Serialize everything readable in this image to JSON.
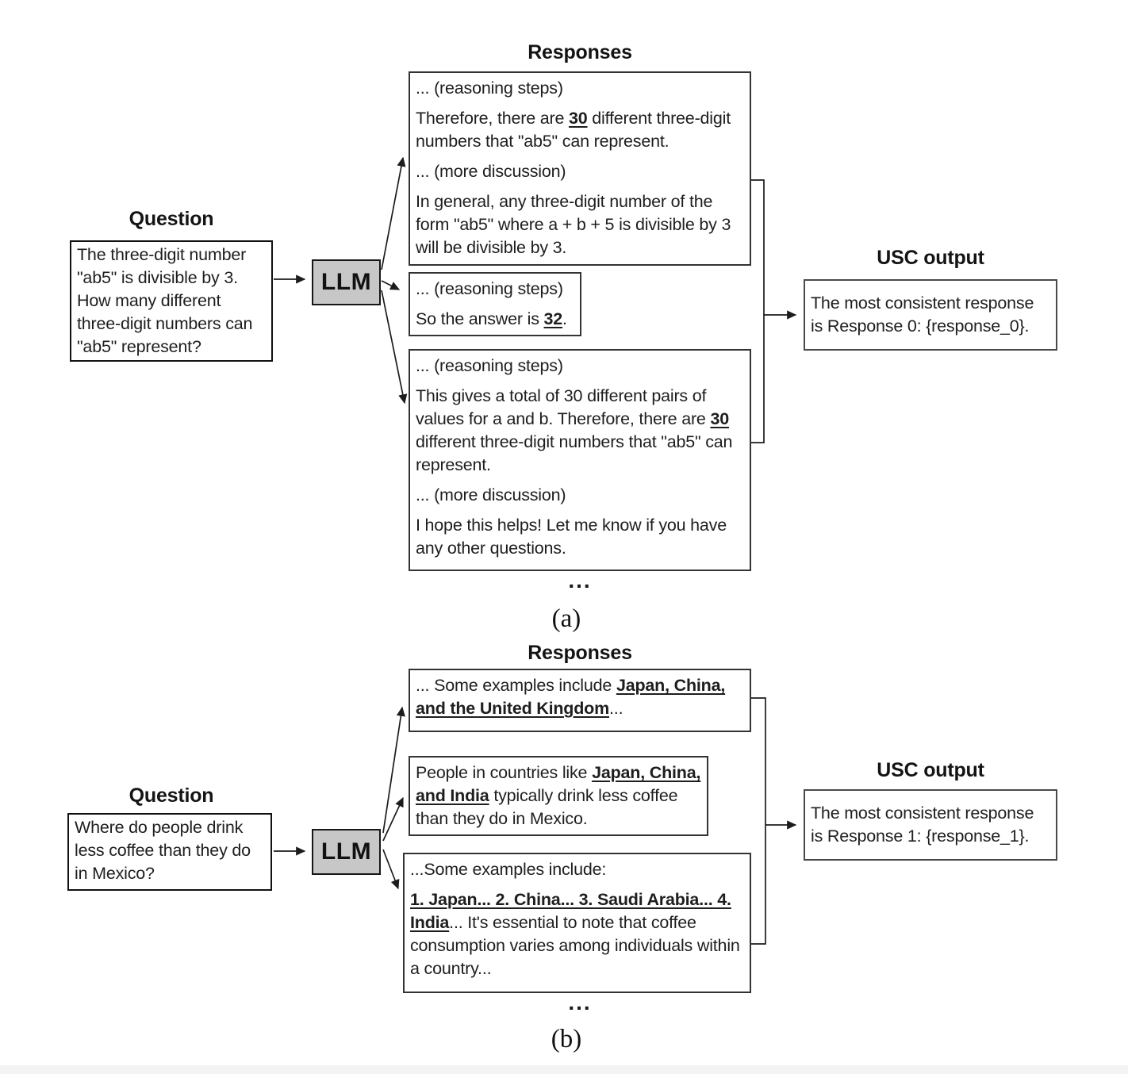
{
  "figure": {
    "llm_fill_color": "#c7c7c7",
    "box_border_color": "#333333",
    "bottom_strip_color": "#f4f4f3"
  },
  "a": {
    "caption": "(a)",
    "question_title": "Question",
    "question_text": "The three-digit number \"ab5\" is divisible by 3. How many different three-digit numbers can \"ab5\" represent?",
    "llm_label": "LLM",
    "responses_title": "Responses",
    "responses_ellipsis": "...",
    "usc_title": "USC output",
    "usc_text": "The most consistent response is Response 0: {response_0}.",
    "responses": [
      {
        "paragraphs": [
          {
            "segments": [
              {
                "text": "... (reasoning steps)",
                "emphasis": false
              }
            ]
          },
          {
            "segments": [
              {
                "text": "Therefore, there are ",
                "emphasis": false
              },
              {
                "text": "30",
                "emphasis": true
              },
              {
                "text": " different three-digit numbers that \"ab5\" can represent.",
                "emphasis": false
              }
            ]
          },
          {
            "segments": [
              {
                "text": "... (more discussion)",
                "emphasis": false
              }
            ]
          },
          {
            "segments": [
              {
                "text": "In general, any three-digit number of the form \"ab5\" where a + b + 5 is divisible by 3 will be divisible by 3.",
                "emphasis": false
              }
            ]
          }
        ]
      },
      {
        "paragraphs": [
          {
            "segments": [
              {
                "text": "... (reasoning steps)",
                "emphasis": false
              }
            ]
          },
          {
            "segments": [
              {
                "text": "So the answer is ",
                "emphasis": false
              },
              {
                "text": "32",
                "emphasis": true
              },
              {
                "text": ".",
                "emphasis": false
              }
            ]
          }
        ]
      },
      {
        "paragraphs": [
          {
            "segments": [
              {
                "text": "... (reasoning steps)",
                "emphasis": false
              }
            ]
          },
          {
            "segments": [
              {
                "text": "This gives a total of 30 different pairs of values for a and b. Therefore, there are ",
                "emphasis": false
              },
              {
                "text": "30",
                "emphasis": true
              },
              {
                "text": " different three-digit numbers that \"ab5\" can represent.",
                "emphasis": false
              }
            ]
          },
          {
            "segments": [
              {
                "text": "... (more discussion)",
                "emphasis": false
              }
            ]
          },
          {
            "segments": [
              {
                "text": "I hope this helps! Let me know if you have any other questions.",
                "emphasis": false
              }
            ]
          }
        ]
      }
    ]
  },
  "b": {
    "caption": "(b)",
    "question_title": "Question",
    "question_text": "Where do people drink less coffee than they do in Mexico?",
    "llm_label": "LLM",
    "responses_title": "Responses",
    "responses_ellipsis": "...",
    "usc_title": "USC output",
    "usc_text": "The most consistent response is Response 1: {response_1}.",
    "responses": [
      {
        "paragraphs": [
          {
            "segments": [
              {
                "text": "... Some examples include ",
                "emphasis": false
              },
              {
                "text": "Japan, China, and the United Kingdom",
                "emphasis": true
              },
              {
                "text": "...",
                "emphasis": false
              }
            ]
          }
        ]
      },
      {
        "paragraphs": [
          {
            "segments": [
              {
                "text": "People in countries like ",
                "emphasis": false
              },
              {
                "text": "Japan, China, and India",
                "emphasis": true
              },
              {
                "text": " typically drink less coffee than they do in Mexico.",
                "emphasis": false
              }
            ]
          }
        ]
      },
      {
        "paragraphs": [
          {
            "segments": [
              {
                "text": "...Some examples include:",
                "emphasis": false
              }
            ]
          },
          {
            "segments": [
              {
                "text": "1. Japan... 2. China... 3. Saudi Arabia... 4. India",
                "emphasis": true
              },
              {
                "text": "... It's essential to note that coffee consumption varies among individuals within a country...",
                "emphasis": false
              }
            ]
          }
        ]
      }
    ]
  }
}
